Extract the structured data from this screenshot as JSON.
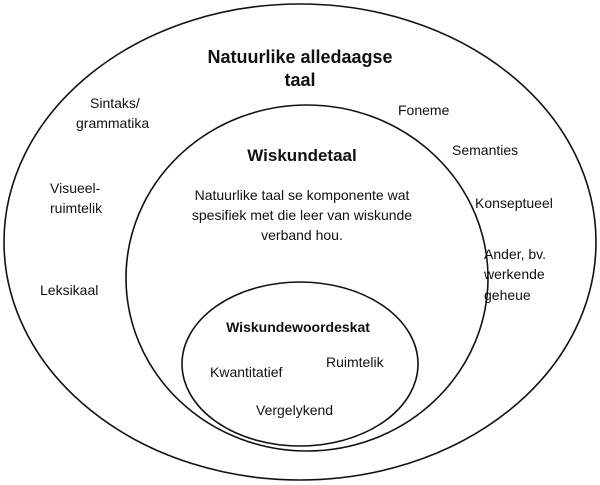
{
  "outer": {
    "title_line1": "Natuurlike alledaagse",
    "title_line2": "taal",
    "items": {
      "sintaks_1": "Sintaks/",
      "sintaks_2": "grammatika",
      "visueel_1": "Visueel-",
      "visueel_2": "ruimtelik",
      "leksikaal": "Leksikaal",
      "foneme": "Foneme",
      "semanties": "Semanties",
      "konseptueel": "Konseptueel",
      "ander_1": "Ander, bv.",
      "ander_2": "werkende",
      "ander_3": "geheue"
    }
  },
  "middle": {
    "title": "Wiskundetaal",
    "desc_line1": "Natuurlike taal se komponente wat",
    "desc_line2": "spesifiek met die leer van wiskunde",
    "desc_line3": "verband hou."
  },
  "inner": {
    "title": "Wiskundewoordeskat",
    "items": {
      "kwantitatief": "Kwantitatief",
      "ruimtelik": "Ruimtelik",
      "vergelykend": "Vergelykend"
    }
  }
}
